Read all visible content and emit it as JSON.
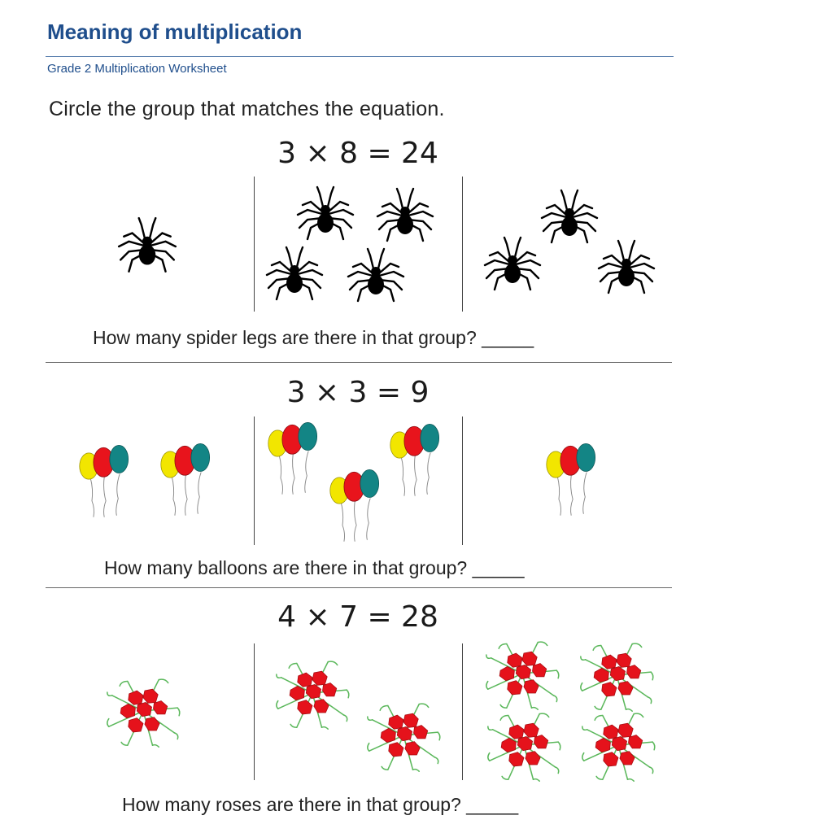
{
  "header": {
    "title": "Meaning of multiplication",
    "subtitle": "Grade 2 Multiplication Worksheet"
  },
  "instructions": "Circle the group that matches the equation.",
  "problems": [
    {
      "equation": "3 × 8 = 24",
      "question": "How many spider legs are there in that group? _____",
      "item": "spider",
      "group_counts": [
        1,
        4,
        3
      ]
    },
    {
      "equation": "3 × 3 = 9",
      "question": "How many balloons are there in that group? _____",
      "item": "balloon-bunch",
      "group_counts": [
        2,
        3,
        1
      ]
    },
    {
      "equation": "4 × 7 = 28",
      "question": "How many roses are there in that group? _____",
      "item": "rose-bouquet",
      "group_counts": [
        1,
        2,
        4
      ]
    }
  ],
  "colors": {
    "title": "#1f4e8c",
    "balloon_yellow": "#f2e600",
    "balloon_red": "#e8141c",
    "balloon_teal": "#138585",
    "rose_red": "#e5121b",
    "rose_leaf": "#5cb85c"
  }
}
